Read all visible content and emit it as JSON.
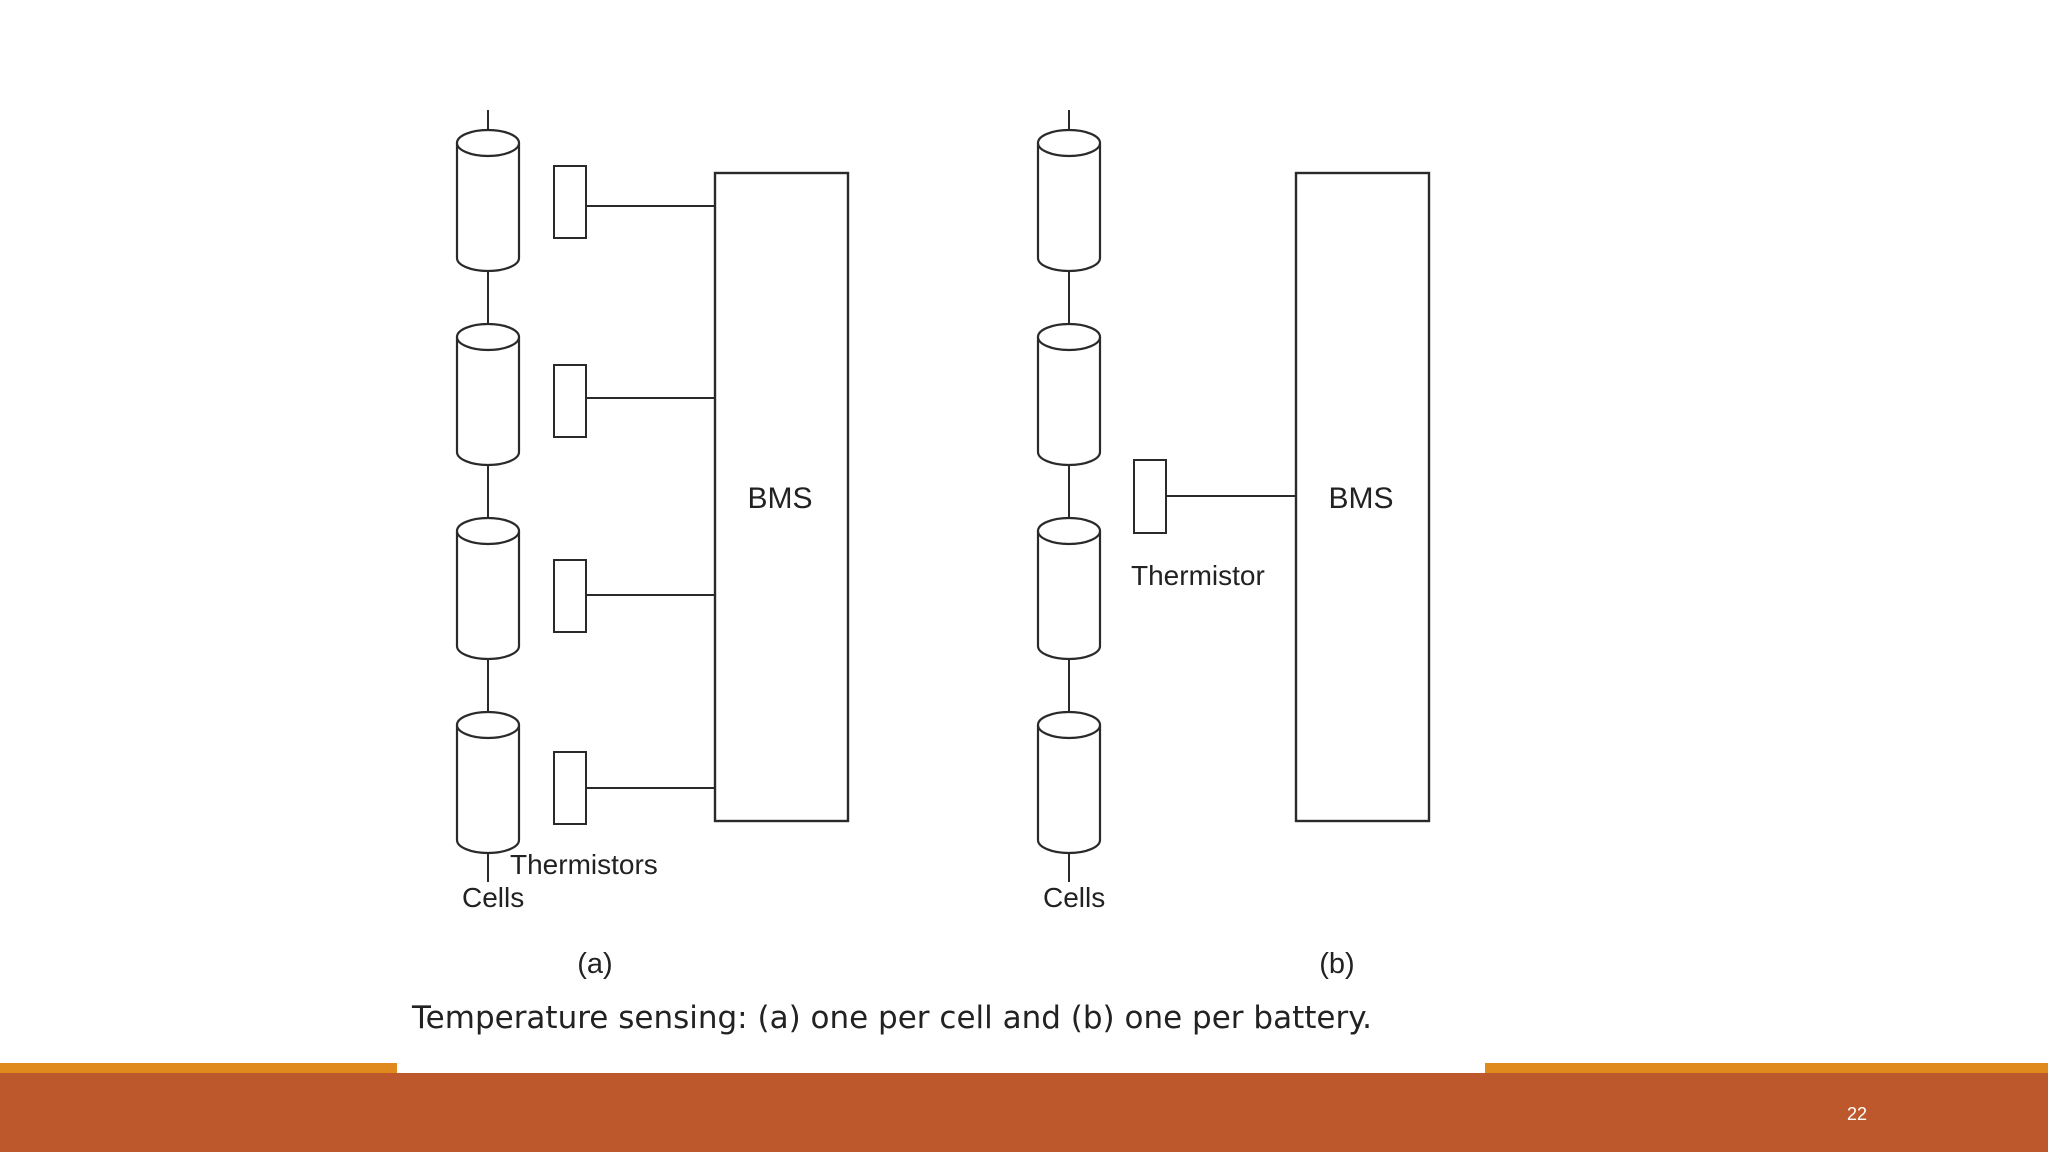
{
  "colors": {
    "accent": "#e08a1e",
    "footer": "#bd582c",
    "line": "#2a2a2a",
    "text": "#222222",
    "background": "#ffffff"
  },
  "diagram_a": {
    "controller_label": "BMS",
    "sensor_label": "Thermistors",
    "cells_label": "Cells",
    "panel_label": "(a)",
    "cell_count": 4,
    "thermistor_count": 4
  },
  "diagram_b": {
    "controller_label": "BMS",
    "sensor_label": "Thermistor",
    "cells_label": "Cells",
    "panel_label": "(b)",
    "cell_count": 4,
    "thermistor_count": 1
  },
  "caption": "Temperature sensing: (a) one per cell and (b) one per battery.",
  "page_number": "22"
}
